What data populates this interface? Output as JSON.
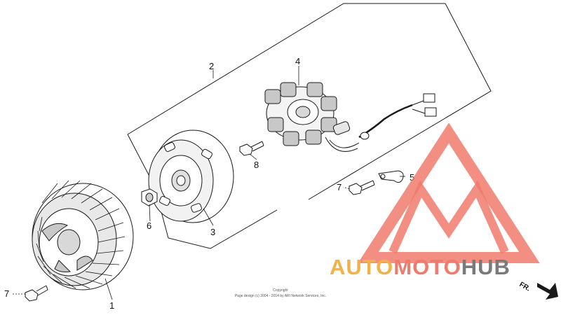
{
  "diagram": {
    "callouts": [
      {
        "id": "1",
        "label": "1"
      },
      {
        "id": "2",
        "label": "2"
      },
      {
        "id": "3",
        "label": "3"
      },
      {
        "id": "4",
        "label": "4"
      },
      {
        "id": "5",
        "label": "5"
      },
      {
        "id": "6",
        "label": "6"
      },
      {
        "id": "7a",
        "label": "7"
      },
      {
        "id": "7b",
        "label": "7"
      },
      {
        "id": "8",
        "label": "8"
      }
    ],
    "copyright": {
      "line1": "Copyright",
      "line2": "Page design (c) 2004 - 2014 by ARI Network Services, Inc."
    },
    "direction_marker": "FR."
  },
  "watermark": {
    "brand_part1": "AUTO",
    "brand_part2": "MOTO",
    "brand_part3": "HUB",
    "colors": {
      "triangle": "#f07a6c",
      "auto": "#f2b24a",
      "moto": "#f07a6c",
      "hub": "#7a7a7a"
    }
  },
  "colors": {
    "line": "#1a1a1a",
    "background": "#ffffff"
  }
}
